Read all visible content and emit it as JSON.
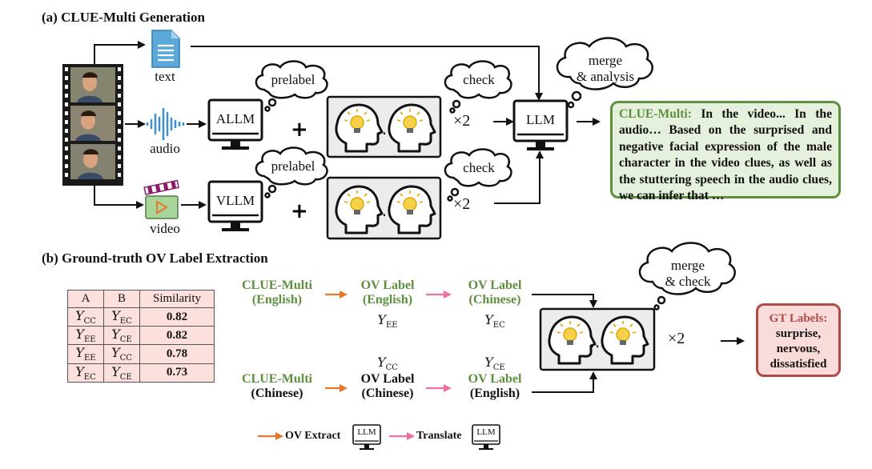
{
  "section_a": {
    "title": "(a) CLUE-Multi Generation"
  },
  "section_b": {
    "title": "(b) Ground-truth OV Label Extraction"
  },
  "modalities": {
    "text": "text",
    "audio": "audio",
    "video": "video"
  },
  "bubbles": {
    "prelabel_1": "prelabel",
    "prelabel_2": "prelabel",
    "check_1": "check",
    "check_2": "check",
    "merge_analysis_line1": "merge",
    "merge_analysis_line2": "& analysis",
    "merge_check_line1": "merge",
    "merge_check_line2": "& check"
  },
  "models": {
    "allm": "ALLM",
    "vllm": "VLLM",
    "llm": "LLM"
  },
  "symbols": {
    "plus": "+",
    "times_two": "×2",
    "ellipsis": "…"
  },
  "clue_box": {
    "head": "CLUE-Multi:",
    "body": " In the video... In the audio… Based on the surprised and negative facial expression of the male character in the video clues, as well as the stuttering speech in the audio clues, we can infer that …"
  },
  "table": {
    "headers": [
      "A",
      "B",
      "Similarity"
    ],
    "rows": [
      {
        "a": "Y",
        "a_sub": "CC",
        "b": "Y",
        "b_sub": "EC",
        "sim": "0.82"
      },
      {
        "a": "Y",
        "a_sub": "EE",
        "b": "Y",
        "b_sub": "CE",
        "sim": "0.82"
      },
      {
        "a": "Y",
        "a_sub": "EE",
        "b": "Y",
        "b_sub": "CC",
        "sim": "0.78"
      },
      {
        "a": "Y",
        "a_sub": "EC",
        "b": "Y",
        "b_sub": "CE",
        "sim": "0.73"
      }
    ]
  },
  "flow": {
    "clue_en_1": "CLUE-Multi",
    "clue_en_2": "(English)",
    "ov_en_1": "OV Label",
    "ov_en_2": "(English)",
    "ov_cn_1": "OV Label",
    "ov_cn_2": "(Chinese)",
    "y_ee": "Y",
    "y_ee_sub": "EE",
    "y_ec": "Y",
    "y_ec_sub": "EC",
    "y_cc": "Y",
    "y_cc_sub": "CC",
    "y_ce": "Y",
    "y_ce_sub": "CE",
    "clue_cn_1": "CLUE-Multi",
    "clue_cn_2": "(Chinese)",
    "ov_cn2_1": "OV Label",
    "ov_cn2_2": "(Chinese)",
    "ov_en2_1": "OV Label",
    "ov_en2_2": "(English)"
  },
  "gt_box": {
    "head": "GT Labels:",
    "l1": "surprise,",
    "l2": "nervous,",
    "l3": "dissatisfied"
  },
  "legend": {
    "ov_extract": "OV Extract",
    "translate": "Translate",
    "llm": "LLM"
  },
  "colors": {
    "green": "#5e8f3f",
    "orange": "#e8772e",
    "pink": "#ee6fa6",
    "red": "#b04a45"
  }
}
